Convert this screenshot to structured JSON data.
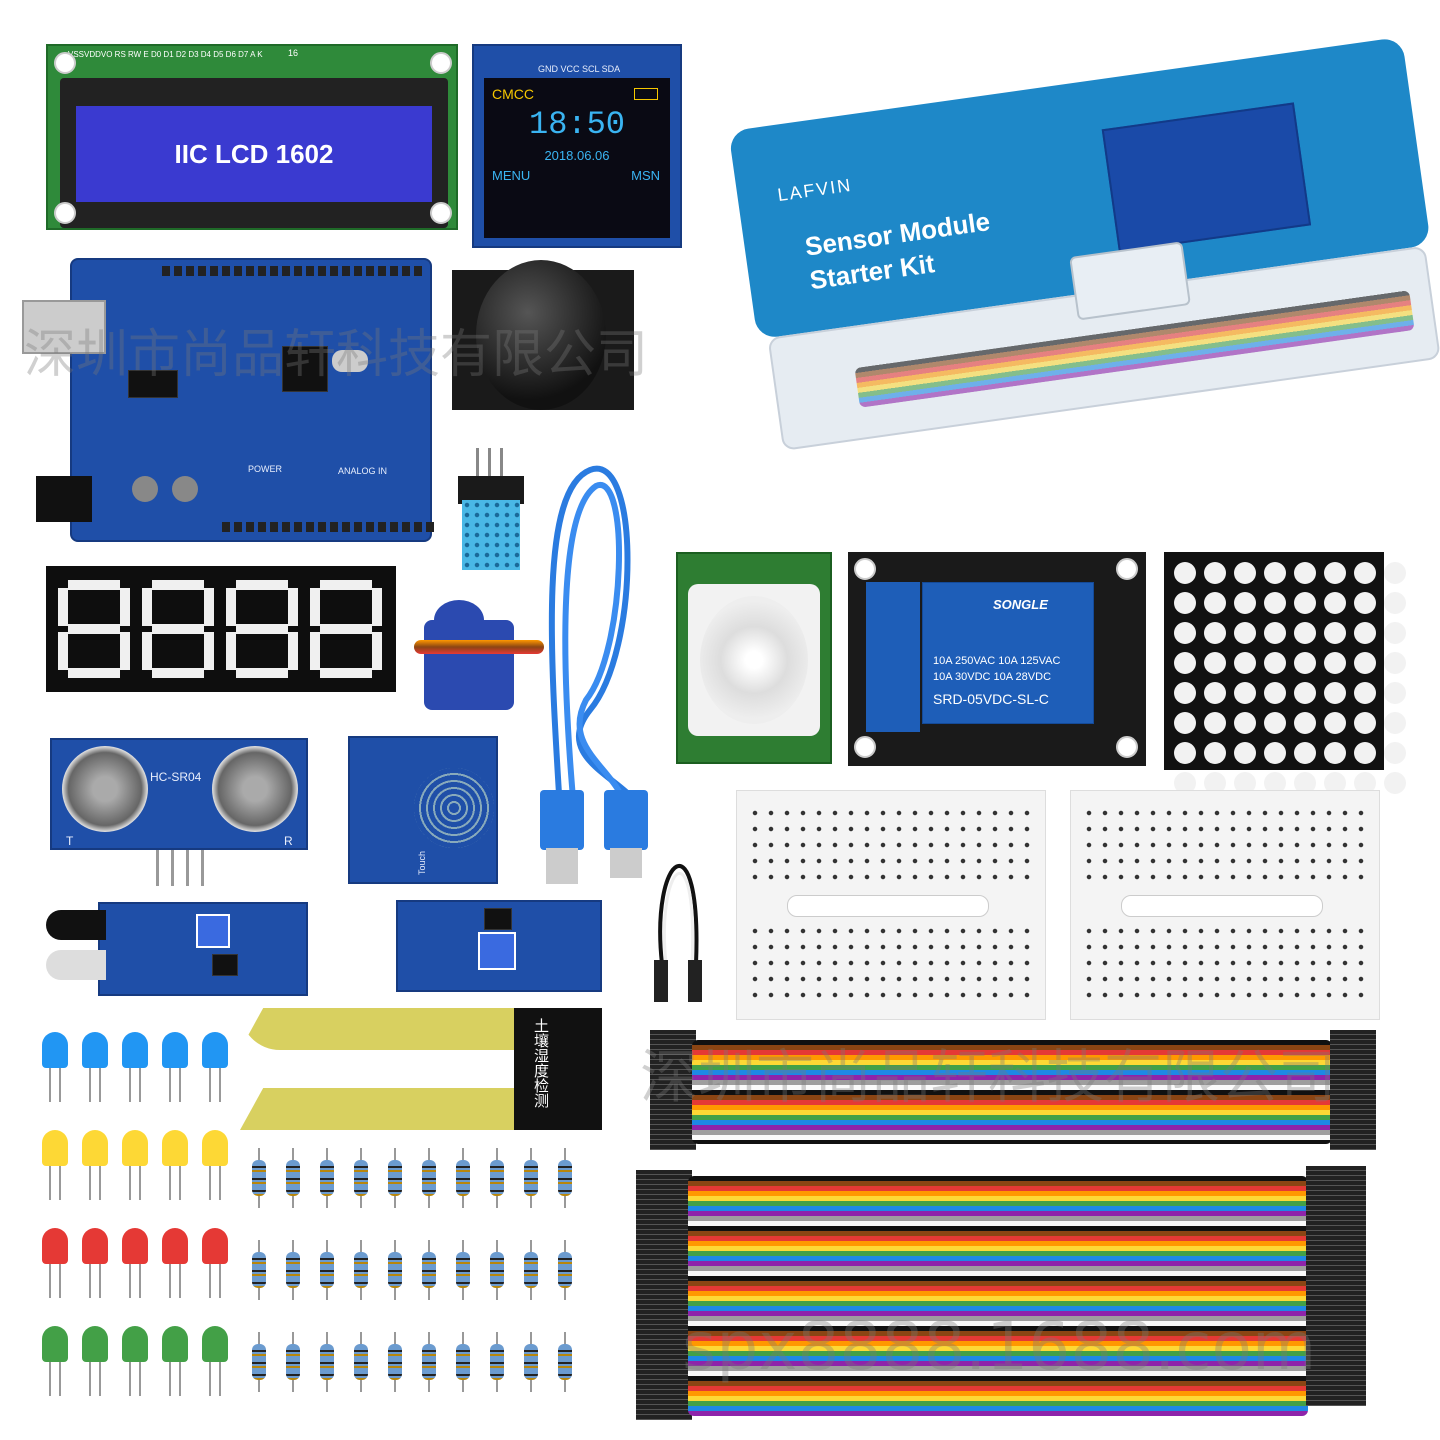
{
  "lcd": {
    "label": "IIC LCD 1602",
    "pin_header": "VSSVDDVO RS RW E  D0 D1 D2 D3 D4 D5 D6 D7 A  K",
    "pin_num": "16"
  },
  "oled": {
    "pins": "GND VCC SCL SDA",
    "carrier": "CMCC",
    "time": "18:50",
    "date": "2018.06.06",
    "left_soft": "MENU",
    "right_soft": "MSN"
  },
  "box": {
    "brand": "LAFVIN",
    "title_line1": "Sensor Module",
    "title_line2": "Starter Kit"
  },
  "uno": {
    "power_label": "POWER",
    "analog_label": "ANALOG IN"
  },
  "relay": {
    "brand": "SONGLE",
    "spec1": "10A 250VAC  10A 125VAC",
    "spec2": "10A  30VDC  10A  28VDC",
    "model": "SRD-05VDC-SL-C"
  },
  "ultrasonic": {
    "model": "HC-SR04",
    "left": "T",
    "right": "R"
  },
  "touch": {
    "label": "Touch"
  },
  "soil": {
    "label": "土壤湿度检测"
  },
  "watermarks": {
    "top": "深圳市尚品轩科技有限公司",
    "mid": "深圳市尚品轩科技有限公司",
    "bottom": "spx8888.1688.com"
  },
  "colors": {
    "pcb_blue": "#1f4fa8",
    "lcd_screen": "#3a3ad0",
    "box_blue": "#1e88c8"
  }
}
